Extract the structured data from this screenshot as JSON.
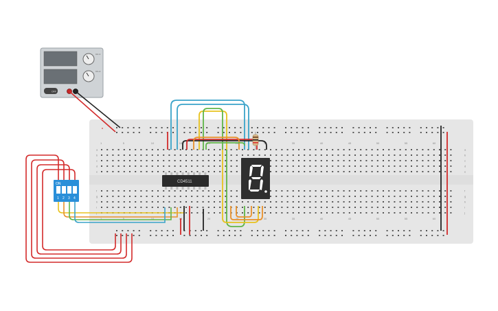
{
  "power_supply": {
    "knob_1_label": "CC-V",
    "knob_2_label": "CC-A",
    "power_label": "OFF"
  },
  "breadboard": {
    "top_column_numbers": [
      "1",
      "5",
      "10",
      "15",
      "20",
      "25",
      "30",
      "35",
      "40",
      "45",
      "50",
      "55",
      "60"
    ],
    "bottom_column_numbers": [
      "1",
      "5",
      "10",
      "15",
      "20",
      "25",
      "30",
      "35",
      "40",
      "45",
      "50",
      "55",
      "60"
    ],
    "row_letters_top": [
      "a",
      "b",
      "c",
      "d",
      "e"
    ],
    "row_letters_bottom": [
      "f",
      "g",
      "h",
      "i",
      "j"
    ]
  },
  "dip_switch": {
    "on_label": "ON",
    "numbers": [
      "1",
      "2",
      "3",
      "4"
    ]
  },
  "ic": {
    "label": "CD4511"
  },
  "seven_segment": {
    "shown_digit": "8."
  },
  "colors": {
    "breadboard": "#e6e6e6",
    "red_wire": "#d32a2a",
    "black_wire": "#222222",
    "blue_wire": "#3aa3c9",
    "yellow_wire": "#e8c21e",
    "green_wire": "#5fb548",
    "orange_wire": "#e9902a",
    "dip_blue": "#2a8fd9",
    "ic_body": "#2b2b2b",
    "display_body": "#2f2f2f"
  }
}
